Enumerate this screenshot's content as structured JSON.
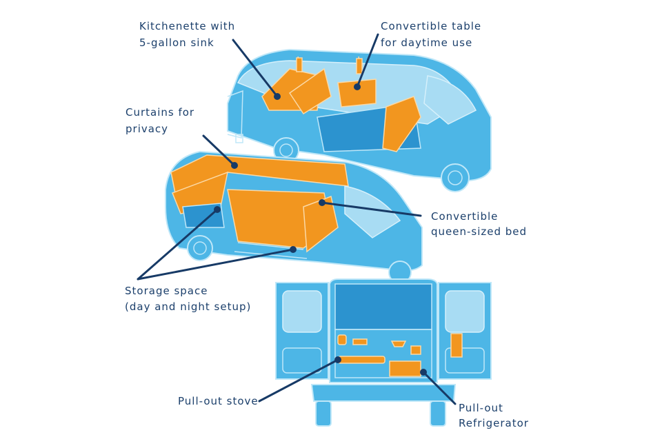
{
  "labels": {
    "kitchenette": [
      "Kitchenette with",
      "5-gallon sink"
    ],
    "table": [
      "Convertible table",
      "for daytime use"
    ],
    "curtains": [
      "Curtains for",
      "privacy"
    ],
    "bed": [
      "Convertible",
      "queen-sized bed"
    ],
    "storage": [
      "Storage space",
      "(day and night setup)"
    ],
    "stove": [
      "Pull-out stove"
    ],
    "fridge": [
      "Pull-out",
      "Refrigerator"
    ]
  },
  "colors": {
    "van_blue": "#4db6e6",
    "van_dark_blue": "#2c93cf",
    "furniture_orange": "#f2961f",
    "text_navy": "#1b3f6b"
  }
}
